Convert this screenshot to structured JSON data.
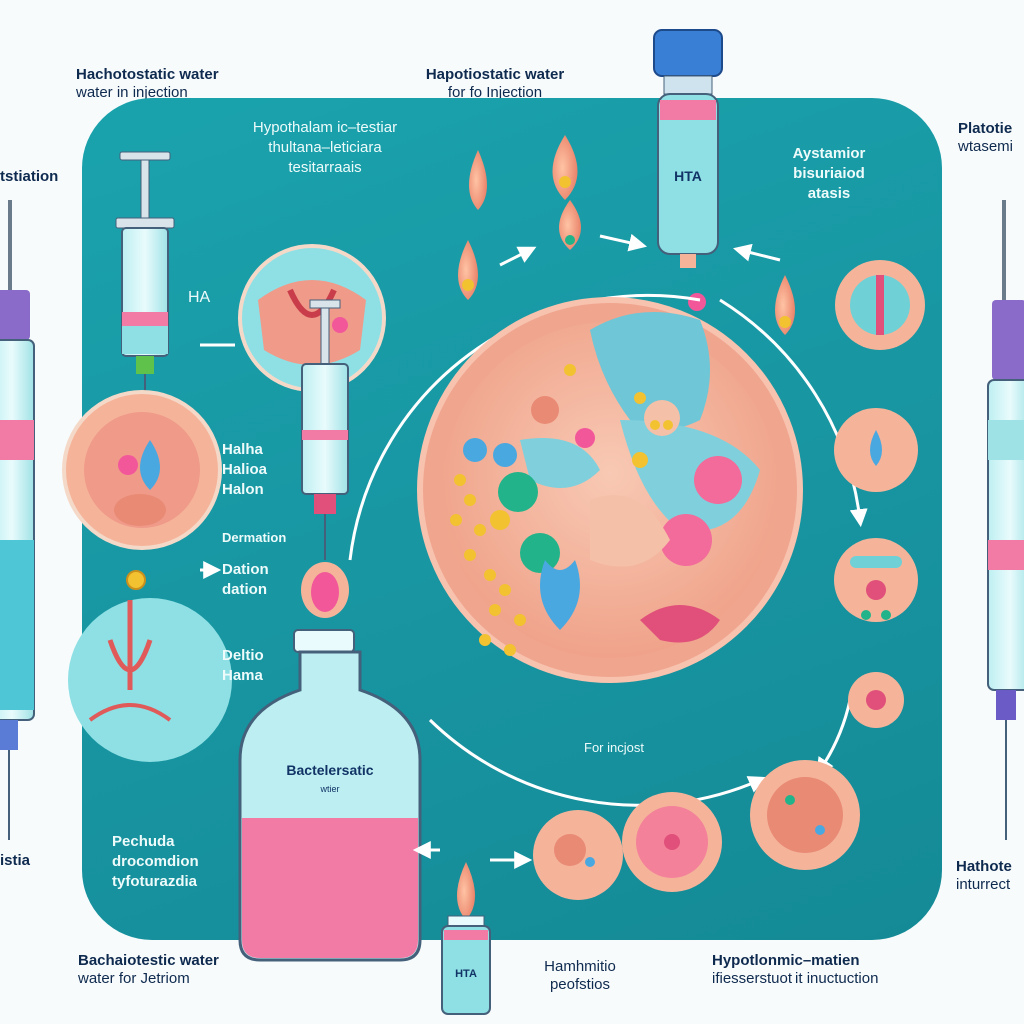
{
  "title_labels": {
    "top_left": {
      "line1": "Hachotostatic water",
      "line2": "water in injection"
    },
    "top_center": {
      "line1": "Hapotiostatic water",
      "line2": "for fo Injection"
    },
    "top_right": {
      "line1": "Platotie",
      "line2": "wtasemi"
    },
    "left_edge_top": "tstiation",
    "left_edge_bottom": "istia",
    "right_edge_bottom": {
      "line1": "Hathote",
      "line2": "inturrect"
    },
    "bottom_left": {
      "line1": "Bachaiotestic water",
      "line2": "water for Jetriom"
    },
    "bottom_center": {
      "line1": "Hamhmitio",
      "line2": "peofstios"
    },
    "bottom_right": {
      "line1": "Hypotlonmic–matien",
      "line2": "ifiesserstuot it inuctuction"
    }
  },
  "panel_labels": {
    "axis_title": {
      "line1": "Hypothalam ic–testiar",
      "line2": "thultana–leticiara",
      "line3": "tesitarraais"
    },
    "ha": "HA",
    "halha_block": {
      "line1": "Halha",
      "line2": "Halioa",
      "line3": "Halon"
    },
    "dermation": "Dermation",
    "dation_block": {
      "line1": "Dation",
      "line2": "dation"
    },
    "deltio_block": {
      "line1": "Deltio",
      "line2": "Hama"
    },
    "pechuda_block": {
      "line1": "Pechuda",
      "line2": "drocomdion",
      "line3": "tyfoturazdia"
    },
    "aystamior_block": {
      "line1": "Aystamior",
      "line2": "bisuriaiod",
      "line3": "atasis"
    },
    "for_injection": "For incjost"
  },
  "vials": {
    "top_vial_label": "HTA",
    "big_flask_label": {
      "line1": "Bactelersatic",
      "line2": "wtier"
    },
    "small_vial_label": "HTA"
  },
  "colors": {
    "panel_teal": "#1896a2",
    "title_navy": "#0f2a4f",
    "liquid_pink": "#f27ba5",
    "liquid_cyan": "#8ee0e4",
    "tissue_peach": "#f5b49a",
    "accent_yellow": "#f2c230",
    "accent_blue": "#4aa8e0",
    "accent_green": "#22b38a"
  }
}
